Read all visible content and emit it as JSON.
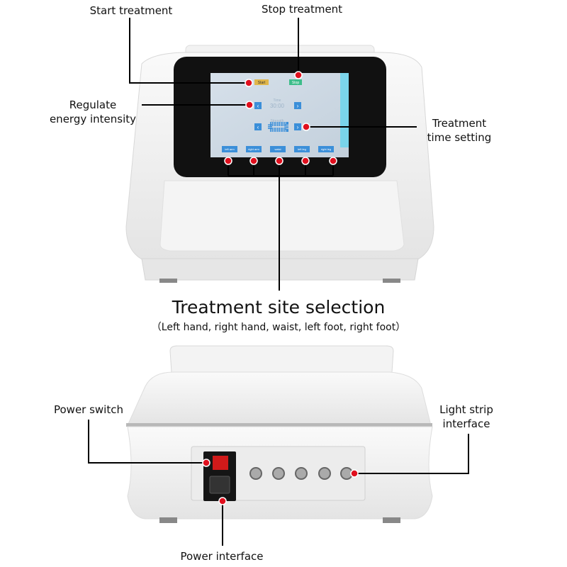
{
  "labels": {
    "start_treatment": "Start treatment",
    "stop_treatment": "Stop treatment",
    "regulate_1": "Regulate",
    "regulate_2": "energy intensity",
    "time_setting_1": "Treatment",
    "time_setting_2": "time setting",
    "site_title": "Treatment site selection",
    "site_sub": "（Left hand, right hand, waist, left foot, right foot）",
    "power_switch": "Power switch",
    "light_strip_1": "Light strip",
    "light_strip_2": "interface",
    "power_interface": "Power interface"
  },
  "screen": {
    "start": "Start",
    "stop": "Stop",
    "time_label": "Time",
    "time_value": "30:00",
    "strength_label": "Strength",
    "sites": [
      "left arm",
      "right arm",
      "waist",
      "left leg",
      "right leg"
    ]
  },
  "colors": {
    "callout_dot": "#e0101e",
    "screen": "#c9d6e2",
    "button": "#3b8fd9"
  }
}
